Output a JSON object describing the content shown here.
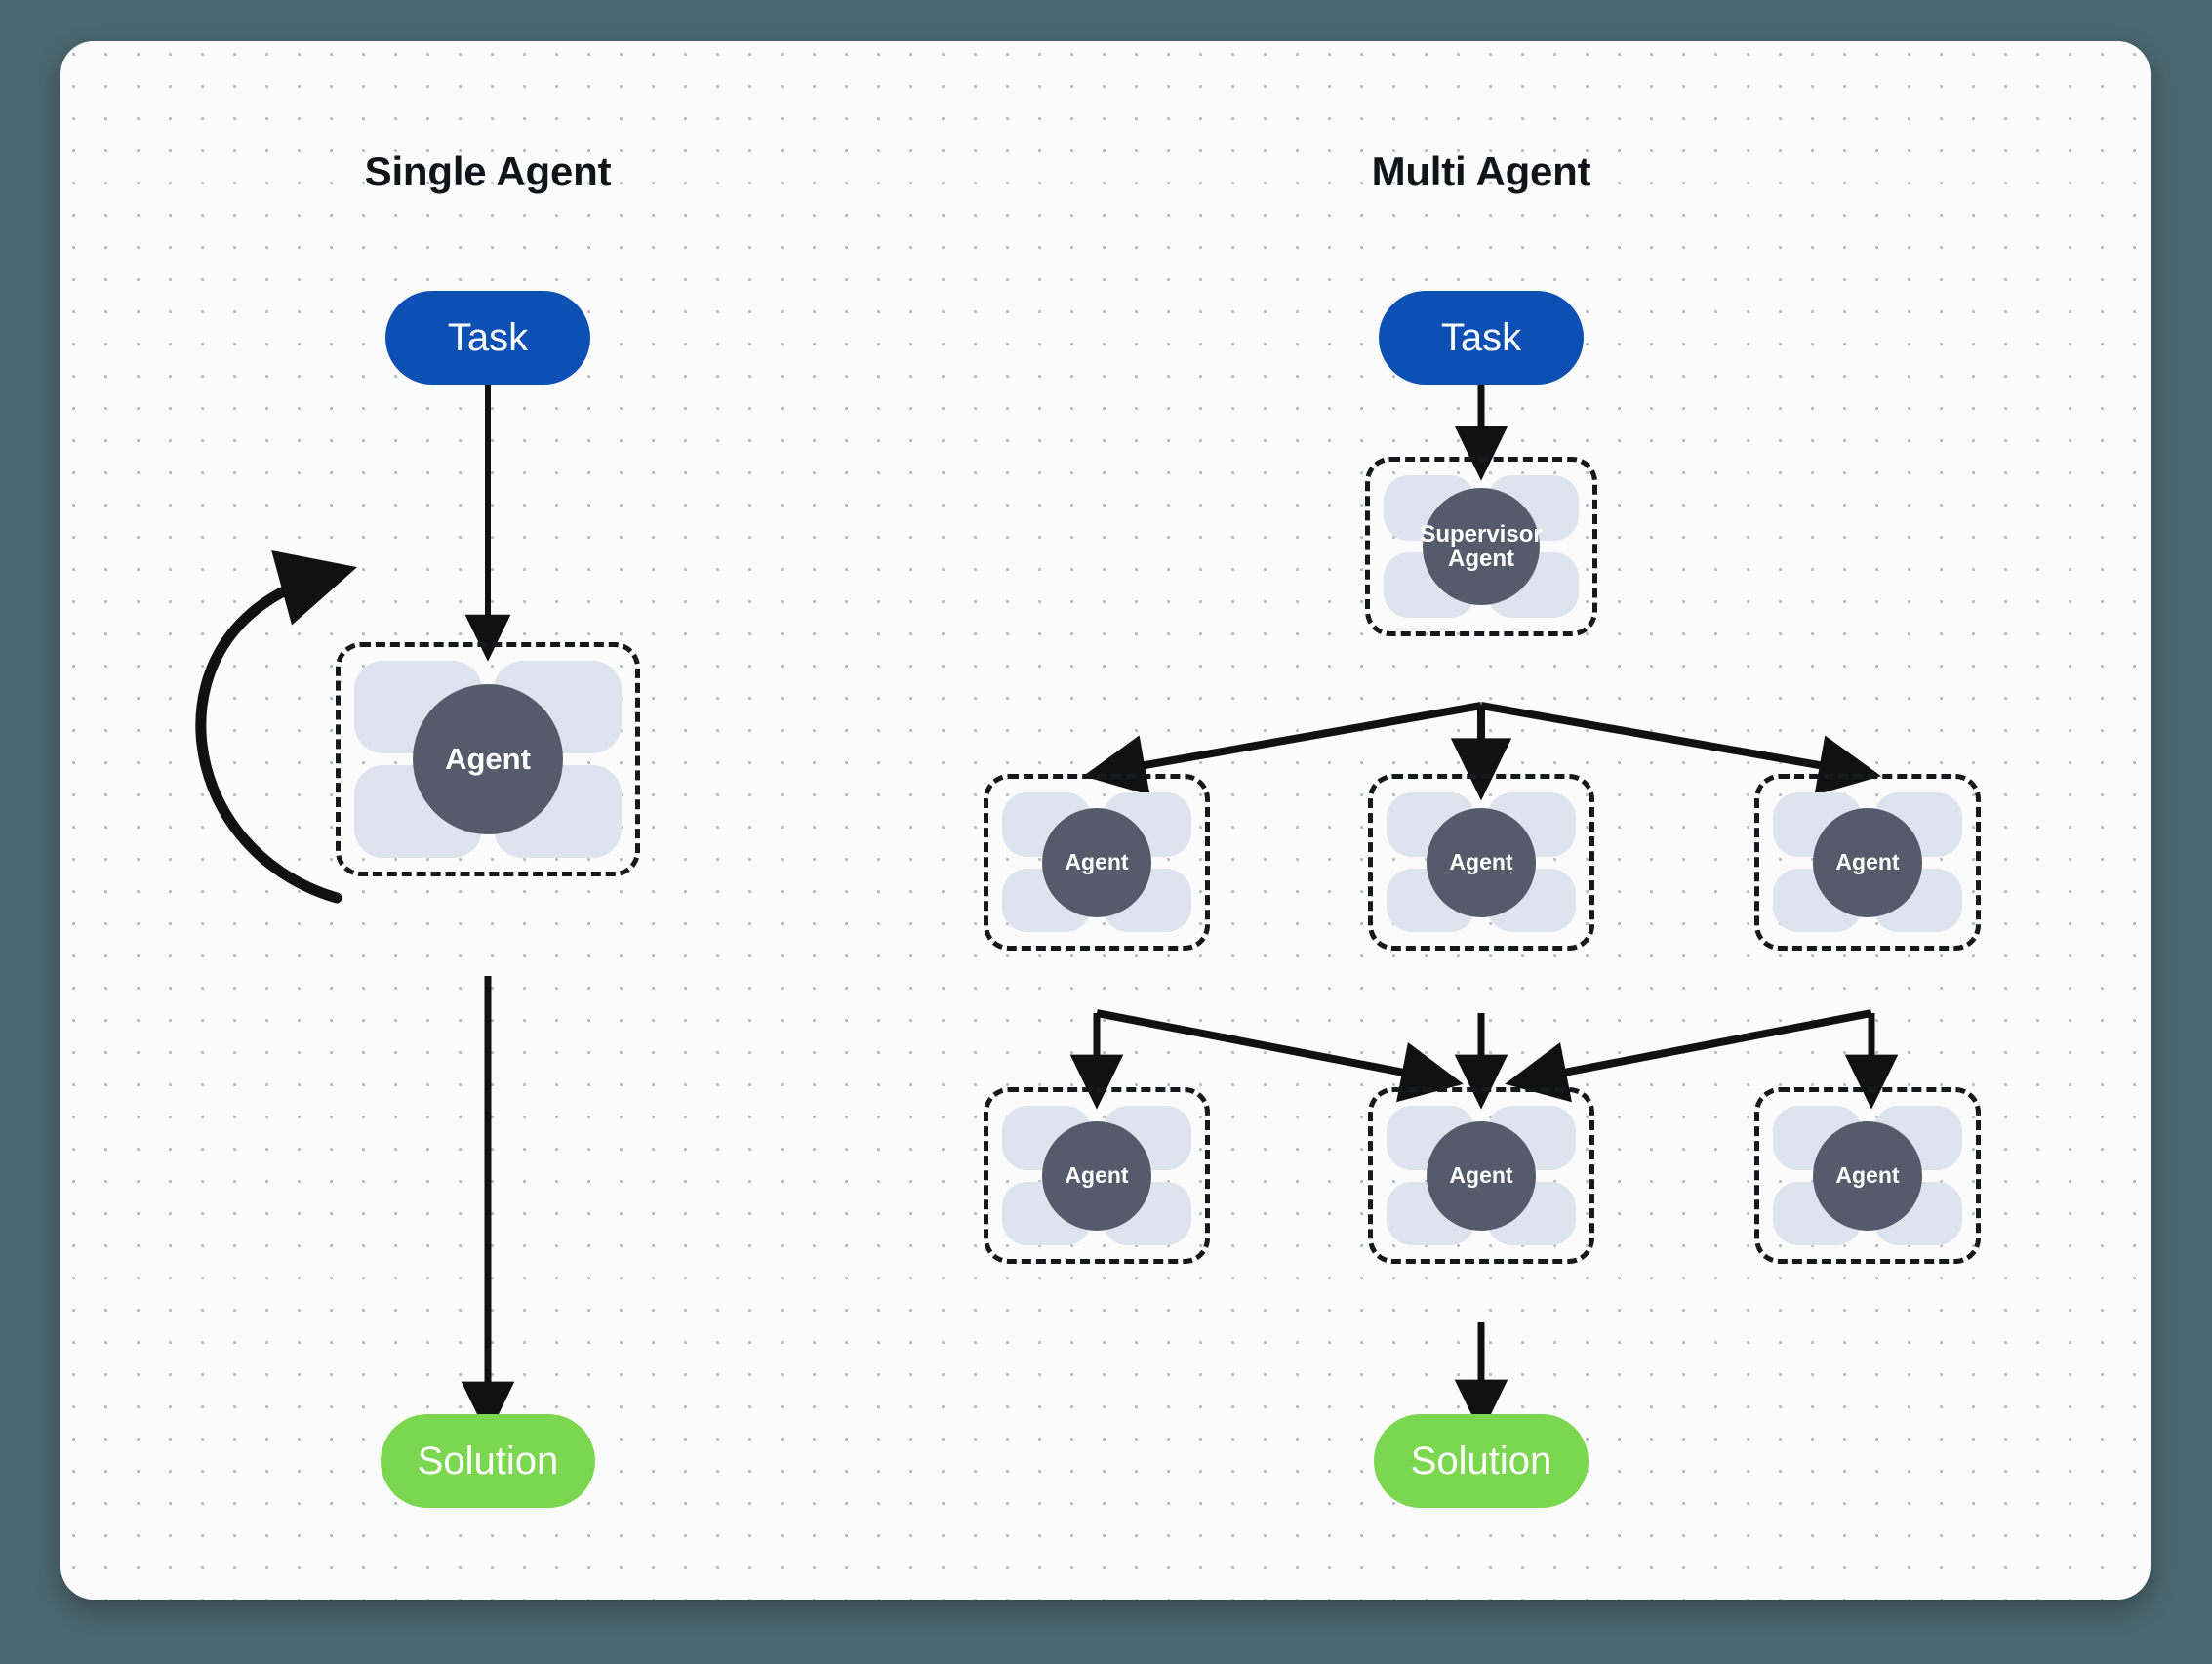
{
  "canvas": {
    "background_color": "#fbfbfb",
    "outer_background_color": "#4b666f",
    "dot_color": "#b9bec4"
  },
  "colors": {
    "task_pill": "#0d50b4",
    "solution_pill": "#7bd74f",
    "agent_core": "#555b6a",
    "petal": "#dde4ee",
    "dashed_border": "#16181c",
    "arrow": "#111111",
    "title_text": "#111418"
  },
  "panels": {
    "left": {
      "title": "Single Agent"
    },
    "right": {
      "title": "Multi Agent"
    }
  },
  "single_agent": {
    "task_label": "Task",
    "agent_label": "Agent",
    "solution_label": "Solution",
    "feedback_loop": "self-reflection-arrow"
  },
  "multi_agent": {
    "task_label": "Task",
    "supervisor_label": "Supervisor\nAgent",
    "tier1": [
      {
        "label": "Agent"
      },
      {
        "label": "Agent"
      },
      {
        "label": "Agent"
      }
    ],
    "tier2": [
      {
        "label": "Agent"
      },
      {
        "label": "Agent"
      },
      {
        "label": "Agent"
      }
    ],
    "solution_label": "Solution"
  }
}
